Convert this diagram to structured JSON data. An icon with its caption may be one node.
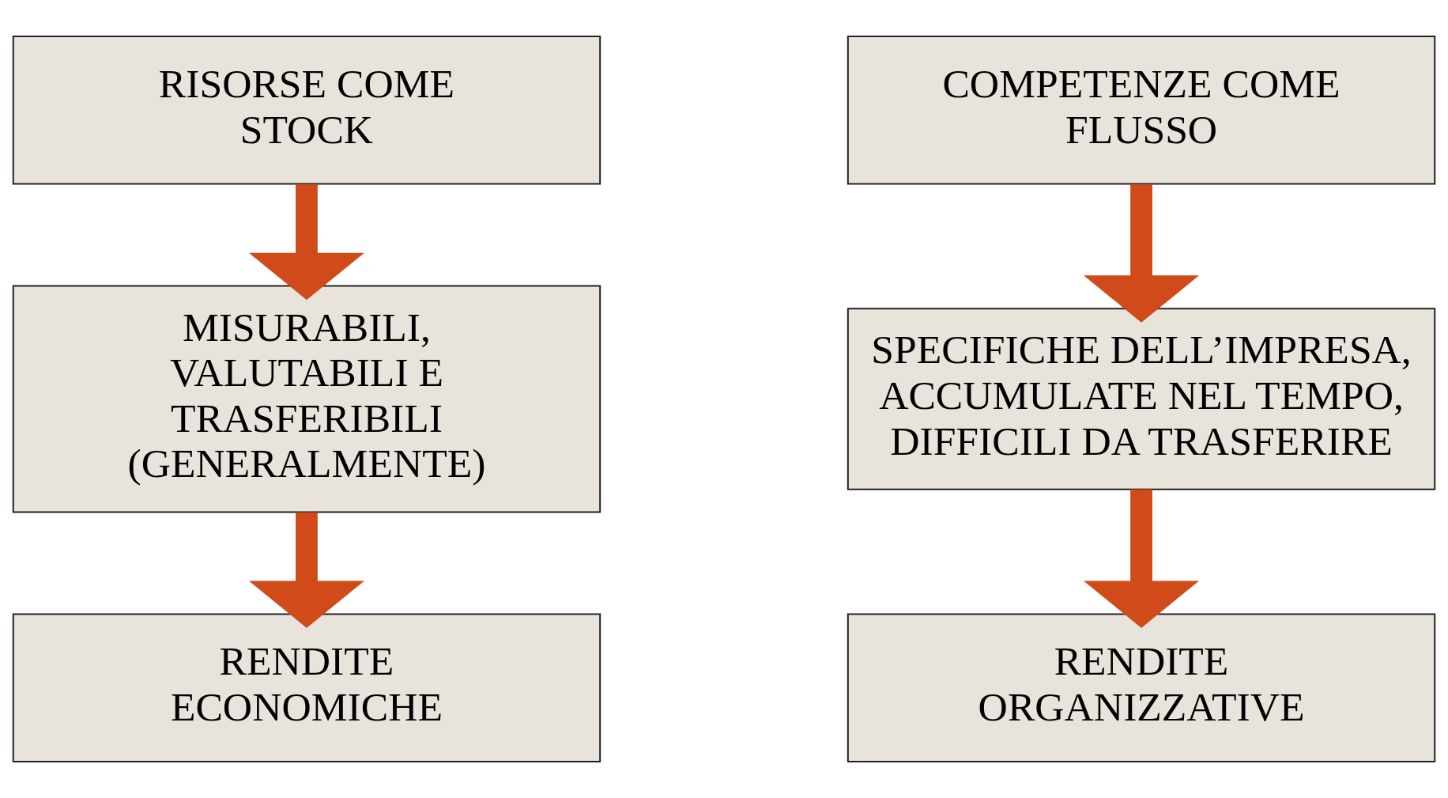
{
  "diagram": {
    "nodes": [
      {
        "text": [
          "RISORSE COME STOCK"
        ]
      },
      {
        "text": [
          "COMPETENZE COME FLUSSO"
        ]
      },
      {
        "text": [
          "MISURABILI, VALUTABILI E TRASFERIBILI (GENERALMENTE)"
        ]
      },
      {
        "text": [
          "SPECIFICHE DELL’IMPRESA, ACCUMULATE NEL TEMPO, DIFFICILI DA TRASFERIRE"
        ]
      },
      {
        "text": [
          "RENDITE ECONOMICHE"
        ]
      },
      {
        "text": [
          "RENDITE ORGANIZZATIVE"
        ]
      }
    ],
    "edges": [
      {
        "from": 0,
        "to": 2,
        "arrow": "to"
      },
      {
        "from": 1,
        "to": 3,
        "arrow": "to"
      },
      {
        "from": 2,
        "to": 4,
        "arrow": "to"
      },
      {
        "from": 3,
        "to": 5,
        "arrow": "to"
      }
    ]
  }
}
